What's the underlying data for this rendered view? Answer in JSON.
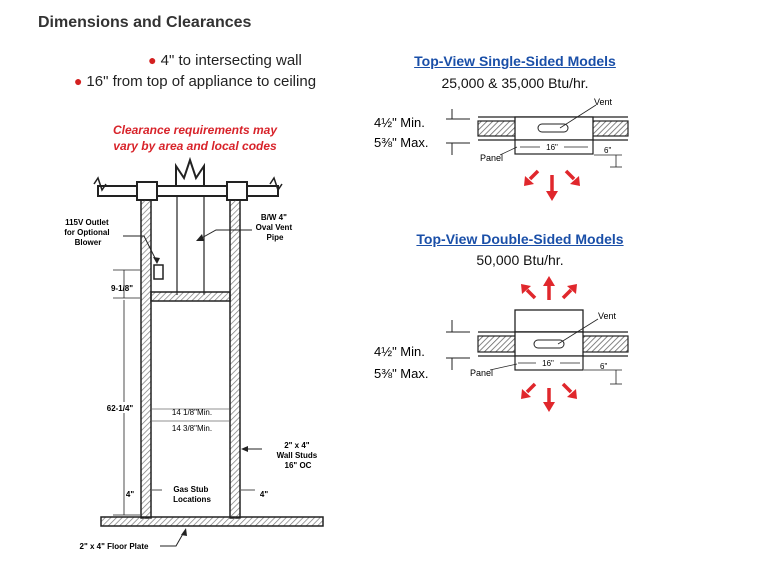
{
  "page": {
    "title": "Dimensions and Clearances"
  },
  "bullets": [
    "4\" to intersecting wall",
    "16\" from top of appliance to ceiling"
  ],
  "note": {
    "line1": "Clearance requirements may",
    "line2": "vary by area and local codes"
  },
  "framing": {
    "outlet": [
      "115V Outlet",
      "for Optional",
      "Blower"
    ],
    "vent_pipe": [
      "B/W 4\"",
      "Oval Vent",
      "Pipe"
    ],
    "dim_9_1_8": "9-1/8\"",
    "dim_62_1_4": "62-1/4\"",
    "width_min": "14 1/8\"Min.",
    "width_max": "14 3/8\"Min.",
    "studs": [
      "2\" x 4\"",
      "Wall Studs",
      "16\" OC"
    ],
    "gas_stub": [
      "Gas Stub",
      "Locations"
    ],
    "dim_4_left": "4\"",
    "dim_4_right": "4\"",
    "floor_plate": "2\" x 4\" Floor Plate"
  },
  "single": {
    "title": "Top-View Single-Sided Models",
    "btu": "25,000 & 35,000 Btu/hr.",
    "min": "4½\" Min.",
    "max": "5⅜\" Max.",
    "vent": "Vent",
    "panel": "Panel",
    "dim16": "16\"",
    "dim6": "6\""
  },
  "double": {
    "title": "Top-View Double-Sided Models",
    "btu": "50,000 Btu/hr.",
    "min": "4½\" Min.",
    "max": "5⅜\" Max.",
    "vent": "Vent",
    "panel": "Panel",
    "dim16": "16\"",
    "dim6": "6\""
  },
  "colors": {
    "accent_red": "#d8232a",
    "title_blue": "#1a4fa8",
    "hatch": "#7a7a7a"
  }
}
